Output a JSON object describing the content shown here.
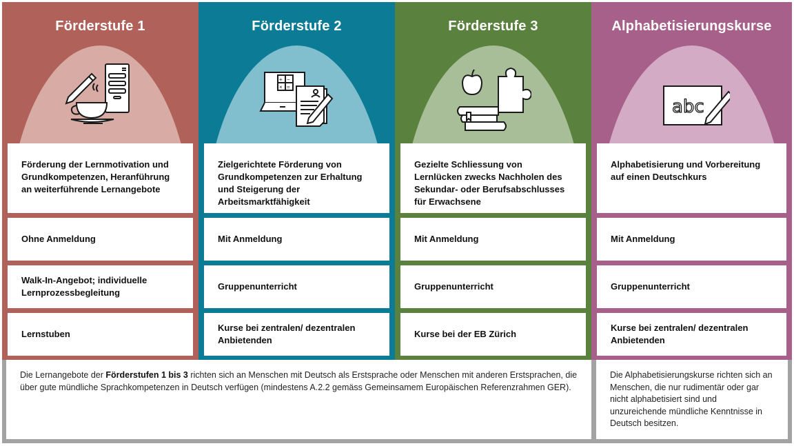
{
  "colors": {
    "col1": {
      "main": "#b0625a",
      "dome": "#d8aba5"
    },
    "col2": {
      "main": "#0b7b96",
      "dome": "#81bfcf"
    },
    "col3": {
      "main": "#5b813f",
      "dome": "#a8be98"
    },
    "col4": {
      "main": "#a7608a",
      "dome": "#d4abc4"
    },
    "footer_border": "#a3a3a3"
  },
  "columns": [
    {
      "title": "Förderstufe 1",
      "icon": "coffee-pencil-form-icon",
      "rows": [
        "Förderung der Lernmotivation und Grundkompetenzen, Heranführung an weiterführende Lernangebote",
        "Ohne Anmeldung",
        "Walk-In-Angebot; individuelle Lernprozessbegleitung",
        "Lernstuben"
      ]
    },
    {
      "title": "Förderstufe 2",
      "icon": "laptop-calculator-document-icon",
      "rows": [
        "Zielgerichtete Förderung von Grundkompetenzen zur Erhaltung und Steigerung der Arbeitsmarktfähigkeit",
        "Mit Anmeldung",
        "Gruppenunterricht",
        "Kurse bei zentralen/ dezentralen Anbietenden"
      ]
    },
    {
      "title": "Förderstufe 3",
      "icon": "apple-books-puzzle-icon",
      "rows": [
        "Gezielte Schliessung von Lernlücken zwecks Nachholen des Sekundar- oder Berufsabschlusses für Erwachsene",
        "Mit Anmeldung",
        "Gruppenunterricht",
        "Kurse bei der EB Zürich"
      ]
    },
    {
      "title": "Alphabetisierungskurse",
      "icon": "abc-board-pencil-icon",
      "rows": [
        "Alphabetisierung und Vorbereitung auf einen Deutschkurs",
        "Mit Anmeldung",
        "Gruppenunterricht",
        "Kurse bei zentralen/ dezentralen Anbietenden"
      ]
    }
  ],
  "footer": {
    "left": {
      "prefix": "Die Lernangebote der ",
      "bold": "Förderstufen 1 bis 3",
      "suffix": " richten sich an Menschen mit Deutsch als Erstsprache oder Menschen mit anderen Erstsprachen, die über gute mündliche Sprachkompetenzen in Deutsch verfügen (mindestens A.2.2 gemäss Gemeinsamem Europäischen Referenzrahmen GER)."
    },
    "right": "Die Alphabetisierungskurse richten sich an Menschen, die nur rudimentär oder gar nicht alphabetisiert sind und unzureichende mündliche Kenntnisse in Deutsch besitzen."
  }
}
